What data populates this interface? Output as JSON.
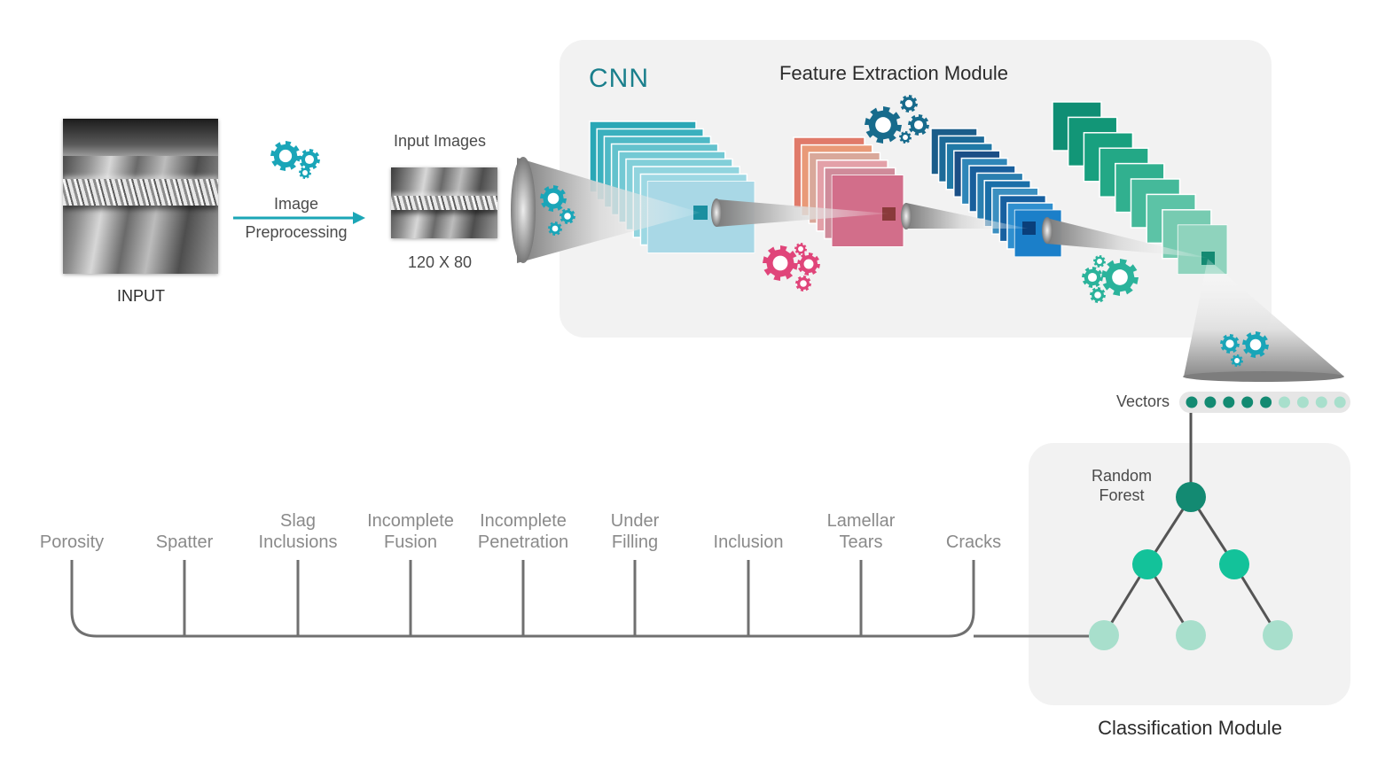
{
  "input": {
    "label": "INPUT"
  },
  "preprocess": {
    "line1": "Image",
    "line2": "Preprocessing"
  },
  "input_images": {
    "title": "Input Images",
    "size": "120 X 80"
  },
  "cnn": {
    "title": "CNN",
    "module_title": "Feature Extraction Module"
  },
  "vectors": {
    "label": "Vectors",
    "dark_count": 5,
    "light_count": 4
  },
  "classifier": {
    "title_line1": "Random",
    "title_line2": "Forest",
    "module_title": "Classification Module"
  },
  "classes": [
    {
      "line1": "Porosity",
      "line2": ""
    },
    {
      "line1": "Spatter",
      "line2": ""
    },
    {
      "line1": "Slag",
      "line2": "Inclusions"
    },
    {
      "line1": "Incomplete",
      "line2": "Fusion"
    },
    {
      "line1": "Incomplete",
      "line2": "Penetration"
    },
    {
      "line1": "Under",
      "line2": "Filling"
    },
    {
      "line1": "Inclusion",
      "line2": ""
    },
    {
      "line1": "Lamellar",
      "line2": "Tears"
    },
    {
      "line1": "Cracks",
      "line2": ""
    }
  ],
  "colors": {
    "teal_accent": "#1ba6b6",
    "cnn_title": "#1a7f8c",
    "layer1": "#a9d8e6",
    "layer2": "#d26e8a",
    "layer3": "#1b7fc9",
    "layer4": "#8fd3bd",
    "gear_teal": "#1aa5b8",
    "gear_pink": "#e0457a",
    "gear_blue": "#176b8c",
    "gear_green": "#2bb39b",
    "node_dark": "#138a72",
    "node_mid": "#13c29a",
    "node_light": "#a8dfcc",
    "tree_line": "#555555",
    "bracket_line": "#707070",
    "panel_bg": "#f2f2f2"
  }
}
